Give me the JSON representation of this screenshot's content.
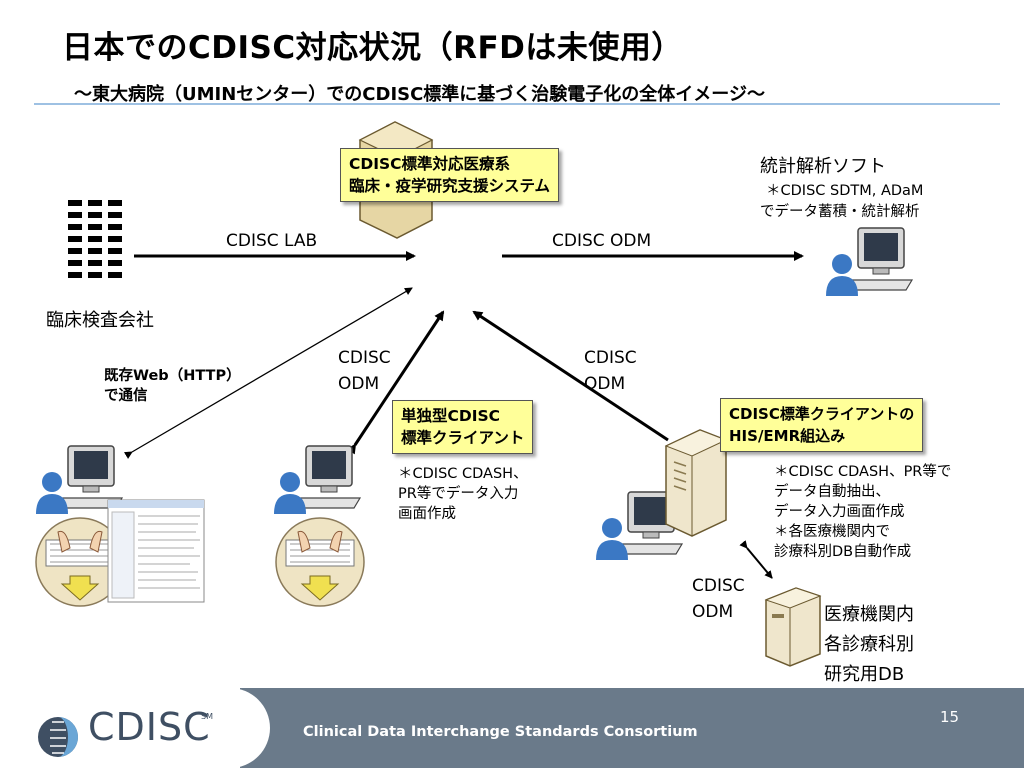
{
  "title": "日本でのCDISC対応状況（RFDは未使用）",
  "subtitle": "〜東大病院（UMINセンター）でのCDISC標準に基づく治験電子化の全体イメージ〜",
  "central_system": {
    "line1": "CDISC標準対応医療系",
    "line2": "臨床・疫学研究支援システム"
  },
  "stats_software": {
    "title": "統計解析ソフト",
    "line1": "＊CDISC SDTM, ADaM",
    "line2": "でデータ蓄積・統計解析"
  },
  "lab_company": {
    "label": "臨床検査会社"
  },
  "arrows": {
    "lab": "CDISC LAB",
    "odm_stats": "CDISC ODM",
    "odm_left_1": "CDISC",
    "odm_left_2": "ODM",
    "odm_mid_1": "CDISC",
    "odm_mid_2": "ODM",
    "odm_db_1": "CDISC",
    "odm_db_2": "ODM"
  },
  "web_comm": {
    "line1": "既存Web（HTTP）",
    "line2": "で通信"
  },
  "standalone_client": {
    "line1": "単独型CDISC",
    "line2": "標準クライアント",
    "note1": "＊CDISC CDASH、",
    "note2": "PR等でデータ入力",
    "note3": "画面作成"
  },
  "his_emr": {
    "line1": "CDISC標準クライアントの",
    "line2": "HIS/EMR組込み",
    "note1": "＊CDISC CDASH、PR等で",
    "note2": "データ自動抽出、",
    "note3": "データ入力画面作成",
    "note4": "＊各医療機関内で",
    "note5": "診療科別DB自動作成"
  },
  "research_db": {
    "line1": "医療機関内",
    "line2": "各診療科別",
    "line3": "研究用DB"
  },
  "footer": {
    "org": "Clinical Data Interchange Standards Consortium",
    "page": "15",
    "logo": "CDISC",
    "logo_mark": "SM"
  },
  "colors": {
    "accent_rule": "#9ec1e3",
    "yellow_box": "#ffff99",
    "footer_band": "#6a7a8a",
    "person_blue": "#3b78c4"
  }
}
